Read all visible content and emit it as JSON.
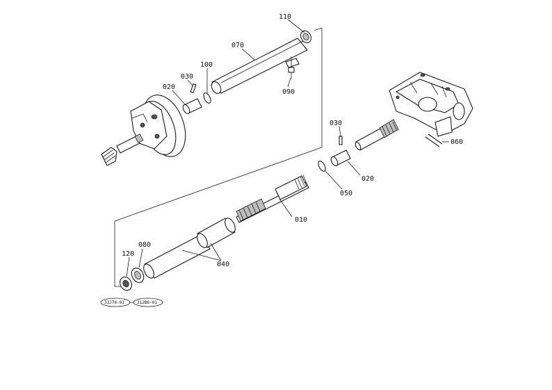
{
  "diagram": {
    "labels": {
      "p110": "110",
      "p070": "070",
      "p100": "100",
      "p030a": "030",
      "p020a": "020",
      "p090": "090",
      "p030b": "030",
      "p060": "060",
      "p020b": "020",
      "p050": "050",
      "p010": "010",
      "p080": "080",
      "p120": "120",
      "p040": "040"
    },
    "refs": {
      "r1": "J3J76-01",
      "r2": "J12B6-01"
    }
  }
}
